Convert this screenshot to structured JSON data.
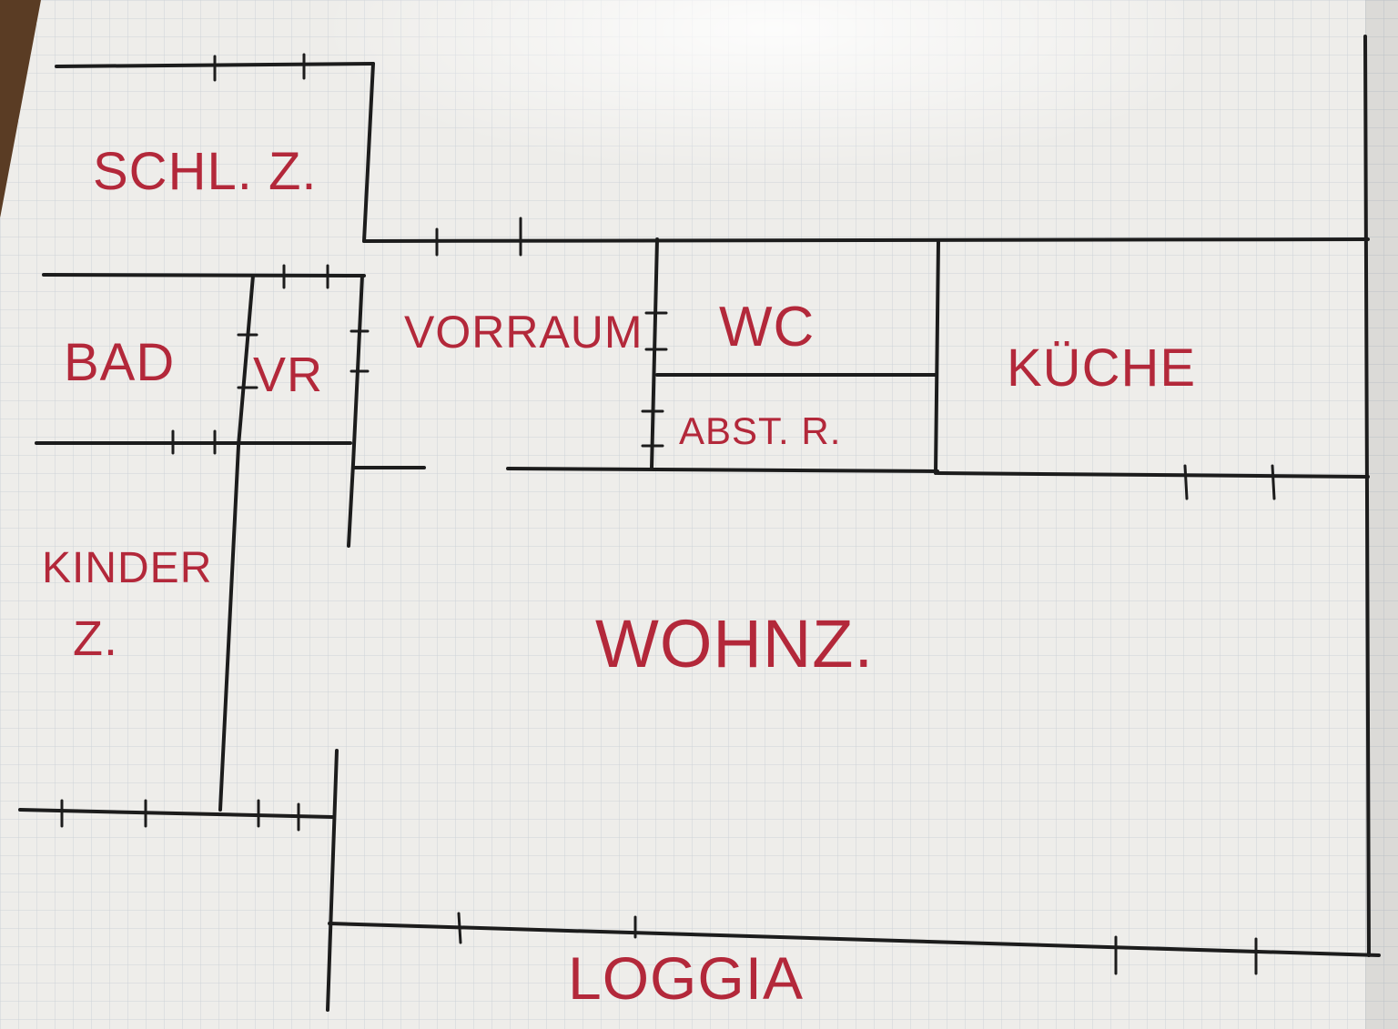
{
  "plan": {
    "rooms": {
      "schlafzimmer": "SCHL. Z.",
      "bad": "BAD",
      "vorraum_klein": "VR",
      "vorraum": "VORRAUM",
      "wc": "WC",
      "abstellraum": "ABST. R.",
      "kueche": "KÜCHE",
      "kinderzimmer_line1": "KINDER",
      "kinderzimmer_line2": "Z.",
      "wohnzimmer": "WOHNZ.",
      "loggia": "LOGGIA"
    }
  },
  "colors": {
    "paper": "#eeedea",
    "grid": "#c9cfd6",
    "wall": "#1c1c1c",
    "label": "#b3283a",
    "table": "#6b4a2e"
  }
}
